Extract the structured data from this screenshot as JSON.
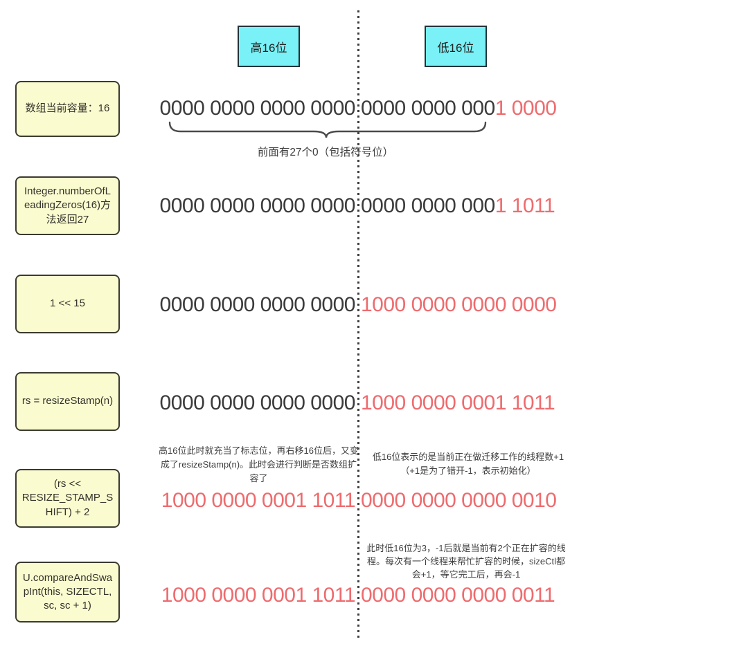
{
  "legend": {
    "high": "高16位",
    "low": "低16位"
  },
  "colors": {
    "legend_bg": "#79f1f6",
    "legend_border": "#20333a",
    "step_bg": "#fbfbd0",
    "step_border": "#3a3a30",
    "digit_dark": "#3b3b3b",
    "digit_red": "#ee6b6e",
    "note_text": "#3f3f3f"
  },
  "rows": [
    {
      "label": "数组当前容量：16",
      "high": {
        "black": "0000 0000 0000 0000"
      },
      "low": {
        "black": "0000 0000 000",
        "red": "1 0000"
      },
      "note_below": "前面有27个0（包括符号位）"
    },
    {
      "label": "Integer.numberOfLeadingZeros(16)方法返回27",
      "high": {
        "black": "0000 0000 0000 0000"
      },
      "low": {
        "black": "0000 0000 000",
        "red": "1 1011"
      }
    },
    {
      "label": "1 << 15",
      "high": {
        "black": "0000 0000 0000 0000"
      },
      "low": {
        "red": "1000 0000 0000 0000"
      }
    },
    {
      "label": "rs = resizeStamp(n)",
      "high": {
        "black": "0000 0000 0000 0000"
      },
      "low": {
        "red": "1000 0000 0001 1011"
      }
    },
    {
      "label": "(rs << RESIZE_STAMP_SHIFT) + 2",
      "high": {
        "red": "1000 0000 0001 1011"
      },
      "low": {
        "red": "0000 0000 0000 0010"
      },
      "note_high": "高16位此时就充当了标志位，再右移16位后，又变成了resizeStamp(n)。此时会进行判断是否数组扩容了",
      "note_low": "低16位表示的是当前正在做迁移工作的线程数+1（+1是为了错开-1，表示初始化）"
    },
    {
      "label": "U.compareAndSwapInt(this, SIZECTL, sc, sc + 1)",
      "high": {
        "red": "1000 0000 0001 1011"
      },
      "low": {
        "red": "0000 0000 0000 0011"
      },
      "note_low": "此时低16位为3，-1后就是当前有2个正在扩容的线程。每次有一个线程来帮忙扩容的时候，sizeCtl都会+1，等它完工后，再会-1"
    }
  ]
}
